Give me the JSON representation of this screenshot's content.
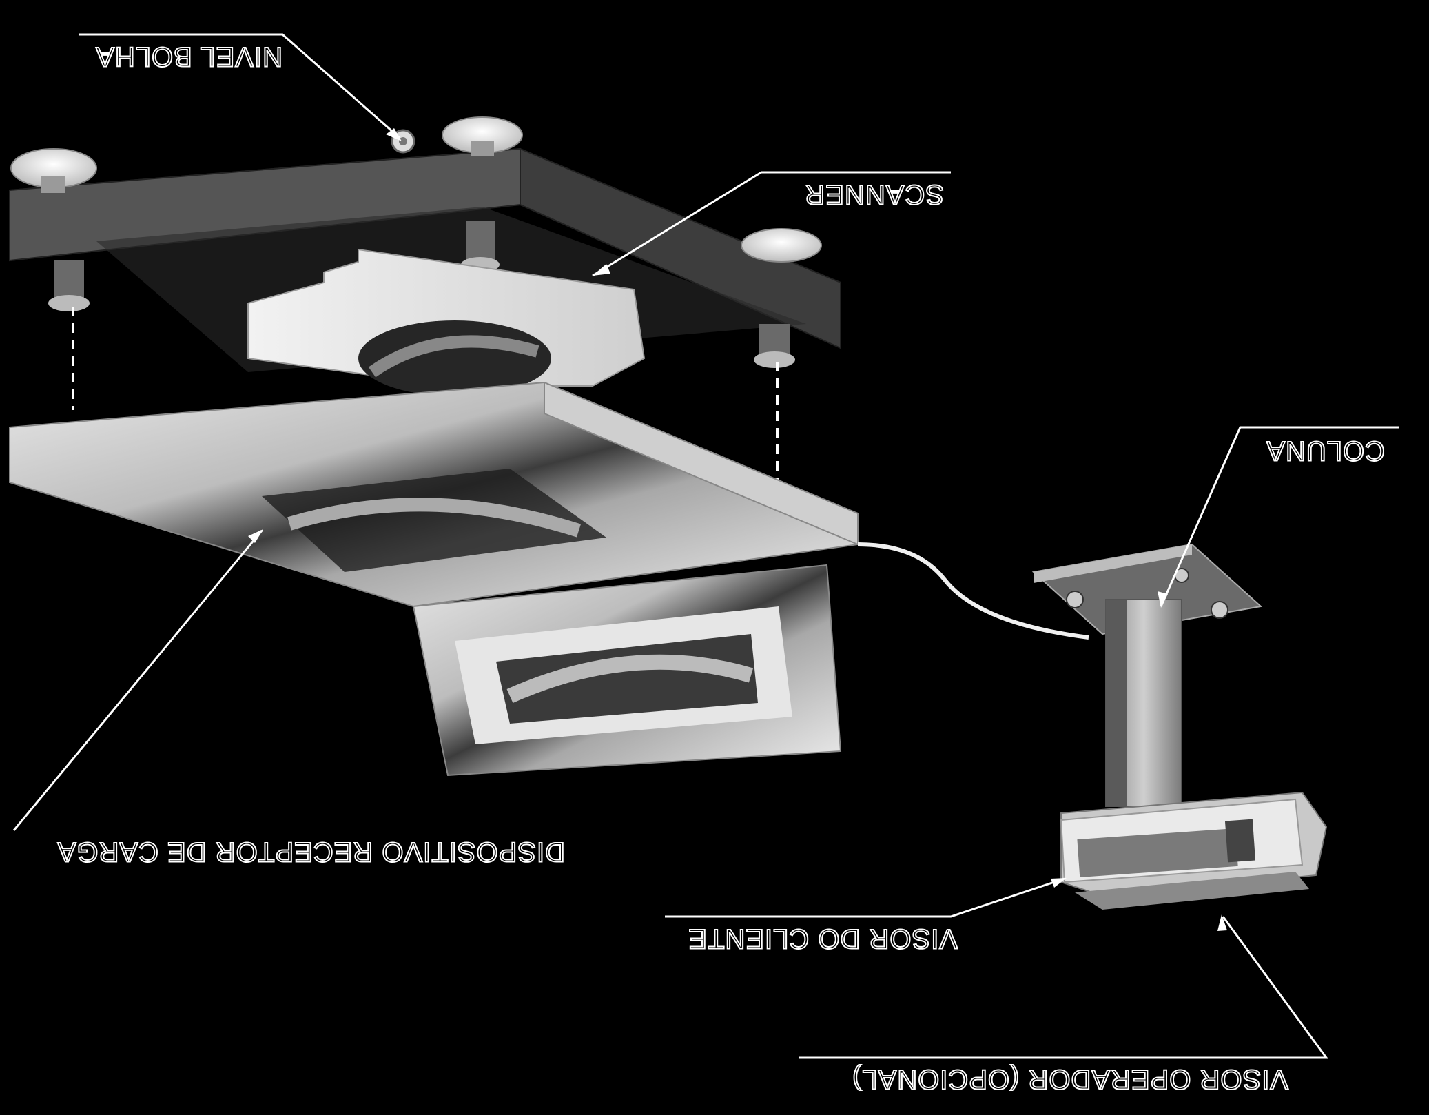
{
  "labels": {
    "nivel_bolha": "NIVEL BOLHA",
    "scanner": "SCANNER",
    "coluna": "COLUNA",
    "dispositivo": "DISPOSITIVO RECEPTOR DE CARGA",
    "visor_cliente": "VISOR  DO CLIENTE",
    "visor_operador": "VISOR OPERADOR (OPCIONAL)"
  },
  "colors": {
    "background": "#000000",
    "line": "#ffffff",
    "light_gray": "#d8d8d8",
    "mid_gray": "#9a9a9a",
    "dark_gray": "#4a4a4a"
  }
}
